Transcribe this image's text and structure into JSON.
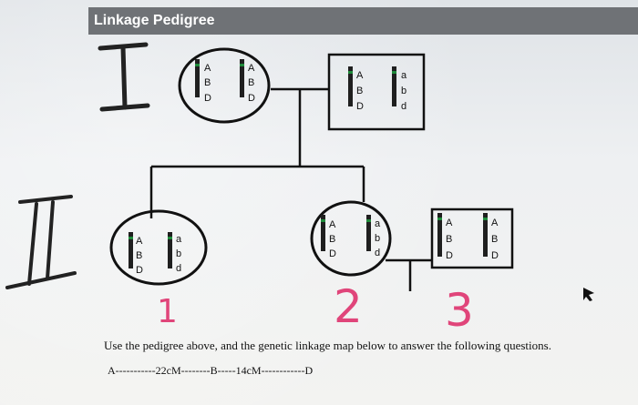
{
  "header": {
    "title": "Linkage Pedigree"
  },
  "generations": {
    "g1": "I",
    "g2": "II"
  },
  "individuals": {
    "I_mother": {
      "chr1": [
        "A",
        "B",
        "D"
      ],
      "chr2": [
        "A",
        "B",
        "D"
      ]
    },
    "I_father": {
      "chr1": [
        "A",
        "B",
        "D"
      ],
      "chr2": [
        "a",
        "b",
        "d"
      ]
    },
    "II_1": {
      "number": "1",
      "chr1": [
        "A",
        "B",
        "D"
      ],
      "chr2": [
        "a",
        "b",
        "d"
      ]
    },
    "II_2": {
      "number": "2",
      "chr1": [
        "A",
        "B",
        "D"
      ],
      "chr2": [
        "a",
        "b",
        "d"
      ]
    },
    "II_3": {
      "number": "3",
      "chr1": [
        "A",
        "B",
        "D"
      ],
      "chr2": [
        "A",
        "B",
        "D"
      ]
    }
  },
  "instructions": "Use the pedigree above, and the genetic linkage map below to answer the following questions.",
  "linkage_map": "A-----------22cM--------B-----14cM------------D",
  "colors": {
    "header_bg": "#6f7276",
    "pink": "#e0457a",
    "green": "#1f8a3a",
    "ink": "#111111"
  }
}
